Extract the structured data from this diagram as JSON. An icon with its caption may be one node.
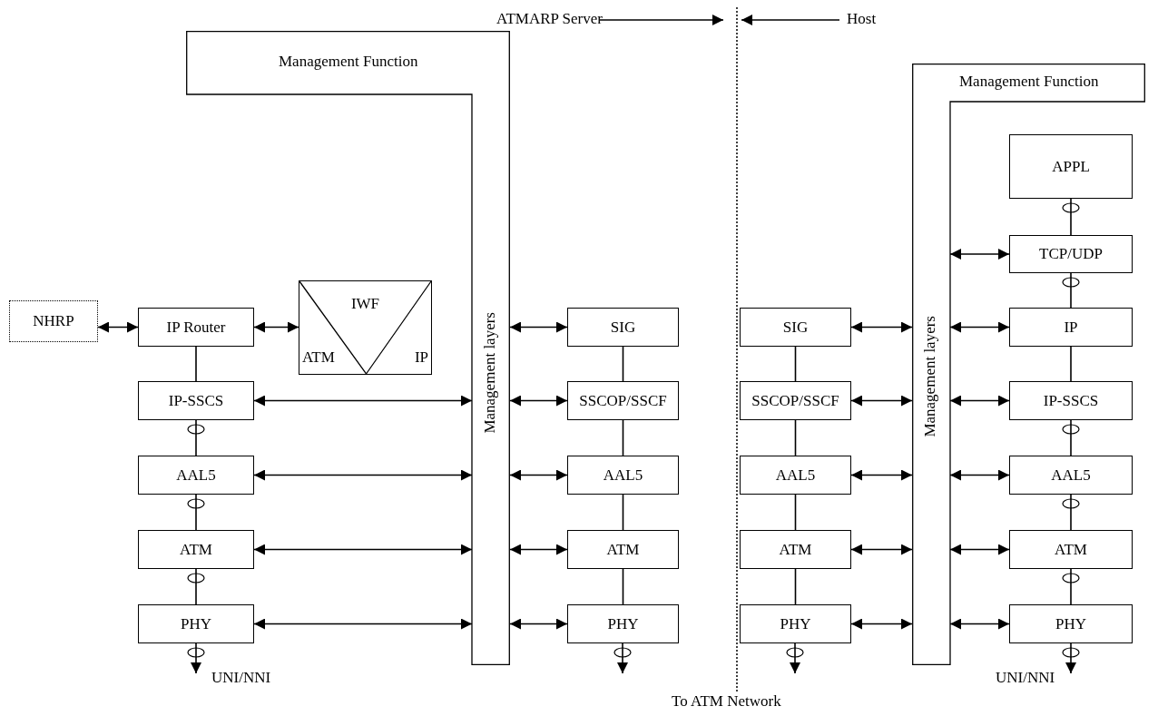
{
  "diagram": {
    "nodes": [
      {
        "text": [
          "ATMARP Server"
        ]
      },
      {
        "text": [
          "Host"
        ]
      },
      {
        "text": [
          "Management Function",
          "Management layers"
        ]
      },
      {
        "text": [
          "NHRP"
        ]
      },
      {
        "text": [
          "IP Router"
        ]
      },
      {
        "text": [
          "IWF",
          "ATM",
          "IP"
        ]
      },
      {
        "text": [
          "IP-SSCS"
        ]
      },
      {
        "text": [
          "AAL5"
        ]
      },
      {
        "text": [
          "ATM"
        ]
      },
      {
        "text": [
          "PHY"
        ]
      },
      {
        "text": [
          "SIG"
        ]
      },
      {
        "text": [
          "SSCOP/SSCF"
        ]
      },
      {
        "text": [
          "AAL5"
        ]
      },
      {
        "text": [
          "ATM"
        ]
      },
      {
        "text": [
          "PHY"
        ]
      },
      {
        "text": [
          "SIG"
        ]
      },
      {
        "text": [
          "SSCOP/SSCF"
        ]
      },
      {
        "text": [
          "AAL5"
        ]
      },
      {
        "text": [
          "ATM"
        ]
      },
      {
        "text": [
          "PHY"
        ]
      },
      {
        "text": [
          "Management Function",
          "Management layers"
        ]
      },
      {
        "text": [
          "APPL"
        ]
      },
      {
        "text": [
          "TCP/UDP"
        ]
      },
      {
        "text": [
          "IP"
        ]
      },
      {
        "text": [
          "IP-SSCS"
        ]
      },
      {
        "text": [
          "AAL5"
        ]
      },
      {
        "text": [
          "ATM"
        ]
      },
      {
        "text": [
          "PHY"
        ]
      }
    ],
    "edges": [
      {
        "from": 0,
        "to": null,
        "arrow": "to"
      },
      {
        "from": 1,
        "to": null,
        "arrow": "to"
      },
      {
        "from": 3,
        "to": 4,
        "arrow": "both"
      },
      {
        "from": 4,
        "to": 5,
        "arrow": "both"
      },
      {
        "from": 4,
        "to": 6,
        "arrow": "none"
      },
      {
        "from": 6,
        "to": 7,
        "arrow": "none"
      },
      {
        "from": 7,
        "to": 8,
        "arrow": "none"
      },
      {
        "from": 8,
        "to": 9,
        "arrow": "none"
      },
      {
        "from": 9,
        "to": null,
        "arrow": "to",
        "label": "UNI/NNI"
      },
      {
        "from": 6,
        "to": 2,
        "arrow": "both"
      },
      {
        "from": 7,
        "to": 2,
        "arrow": "both"
      },
      {
        "from": 8,
        "to": 2,
        "arrow": "both"
      },
      {
        "from": 9,
        "to": 2,
        "arrow": "both"
      },
      {
        "from": 2,
        "to": 10,
        "arrow": "both"
      },
      {
        "from": 2,
        "to": 11,
        "arrow": "both"
      },
      {
        "from": 2,
        "to": 12,
        "arrow": "both"
      },
      {
        "from": 2,
        "to": 13,
        "arrow": "both"
      },
      {
        "from": 2,
        "to": 14,
        "arrow": "both"
      },
      {
        "from": 10,
        "to": 11,
        "arrow": "none"
      },
      {
        "from": 11,
        "to": 12,
        "arrow": "none"
      },
      {
        "from": 12,
        "to": 13,
        "arrow": "none"
      },
      {
        "from": 13,
        "to": 14,
        "arrow": "none"
      },
      {
        "from": 14,
        "to": null,
        "arrow": "to"
      },
      {
        "from": 15,
        "to": 20,
        "arrow": "both"
      },
      {
        "from": 16,
        "to": 20,
        "arrow": "both"
      },
      {
        "from": 17,
        "to": 20,
        "arrow": "both"
      },
      {
        "from": 18,
        "to": 20,
        "arrow": "both"
      },
      {
        "from": 19,
        "to": 20,
        "arrow": "both"
      },
      {
        "from": 15,
        "to": 16,
        "arrow": "none"
      },
      {
        "from": 16,
        "to": 17,
        "arrow": "none"
      },
      {
        "from": 17,
        "to": 18,
        "arrow": "none"
      },
      {
        "from": 18,
        "to": 19,
        "arrow": "none"
      },
      {
        "from": 19,
        "to": null,
        "arrow": "to"
      },
      {
        "from": 20,
        "to": 22,
        "arrow": "both"
      },
      {
        "from": 20,
        "to": 23,
        "arrow": "both"
      },
      {
        "from": 20,
        "to": 24,
        "arrow": "both"
      },
      {
        "from": 20,
        "to": 25,
        "arrow": "both"
      },
      {
        "from": 20,
        "to": 26,
        "arrow": "both"
      },
      {
        "from": 20,
        "to": 27,
        "arrow": "both"
      },
      {
        "from": 21,
        "to": 22,
        "arrow": "none"
      },
      {
        "from": 22,
        "to": 23,
        "arrow": "none"
      },
      {
        "from": 23,
        "to": 24,
        "arrow": "none"
      },
      {
        "from": 24,
        "to": 25,
        "arrow": "none"
      },
      {
        "from": 25,
        "to": 26,
        "arrow": "none"
      },
      {
        "from": 26,
        "to": 27,
        "arrow": "none"
      },
      {
        "from": 27,
        "to": null,
        "arrow": "to",
        "label": "UNI/NNI"
      }
    ],
    "labels": [
      "To ATM Network"
    ]
  }
}
